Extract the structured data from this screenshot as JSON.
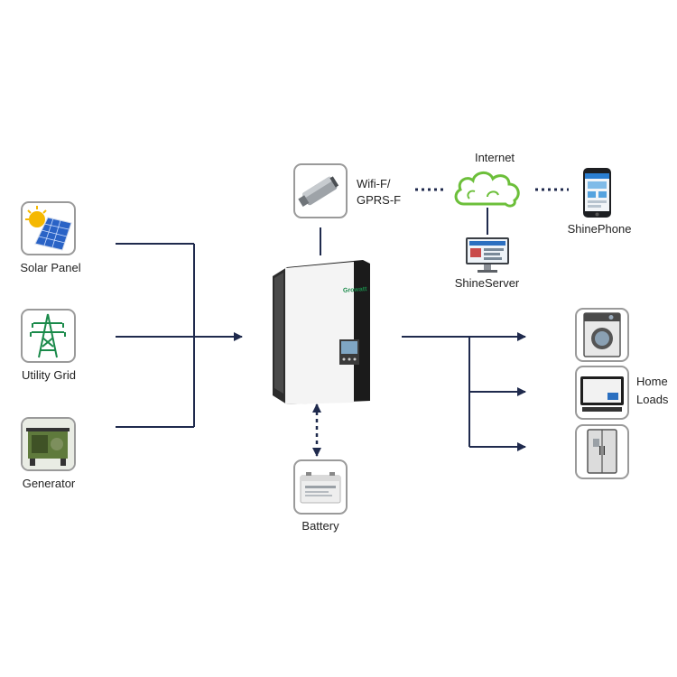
{
  "sources": {
    "solar_label": "Solar Panel",
    "grid_label": "Utility Grid",
    "generator_label": "Generator"
  },
  "comm": {
    "dongle_label_line1": "Wifi-F/",
    "dongle_label_line2": "GPRS-F",
    "internet_label": "Internet",
    "server_label": "ShineServer",
    "phone_label": "ShinePhone"
  },
  "inverter": {
    "brand": "Growatt"
  },
  "storage": {
    "battery_label": "Battery"
  },
  "loads": {
    "label_line1": "Home",
    "label_line2": "Loads"
  },
  "colors": {
    "line": "#1f2a4d",
    "box_border": "#9a9a9a",
    "cloud": "#6cbf3a"
  },
  "icons": [
    "solar-panel-icon",
    "power-tower-icon",
    "generator-icon",
    "usb-dongle-icon",
    "cloud-icon",
    "monitor-icon",
    "smartphone-icon",
    "battery-icon",
    "washing-machine-icon",
    "television-icon",
    "refrigerator-icon"
  ]
}
